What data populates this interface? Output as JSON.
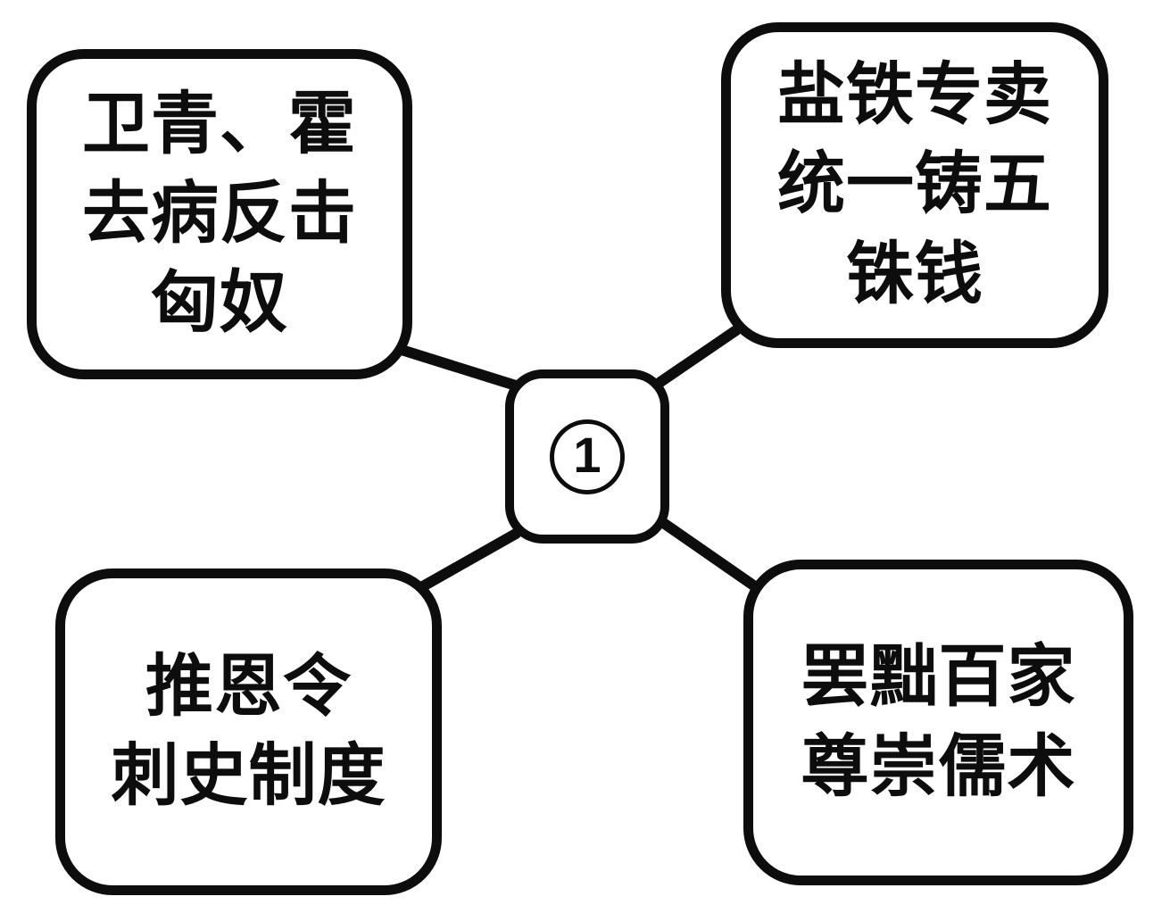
{
  "diagram": {
    "background_color": "#ffffff",
    "stroke_color": "#0d0d0d",
    "center_node": {
      "number": "1",
      "symbol": "①"
    },
    "nodes": [
      {
        "id": "top-left",
        "text": "卫青、霍去病反击匈奴",
        "lines": [
          "卫青、霍",
          "去病反击",
          "匈奴"
        ]
      },
      {
        "id": "top-right",
        "text": "盐铁专卖统一铸五铢钱",
        "lines": [
          "盐铁专卖",
          "统一铸五",
          "铢钱"
        ]
      },
      {
        "id": "bottom-left",
        "text": "推恩令刺史制度",
        "lines": [
          "推恩令",
          "刺史制度"
        ]
      },
      {
        "id": "bottom-right",
        "text": "罢黜百家尊崇儒术",
        "lines": [
          "罢黜百家",
          "尊崇儒术"
        ]
      }
    ]
  }
}
